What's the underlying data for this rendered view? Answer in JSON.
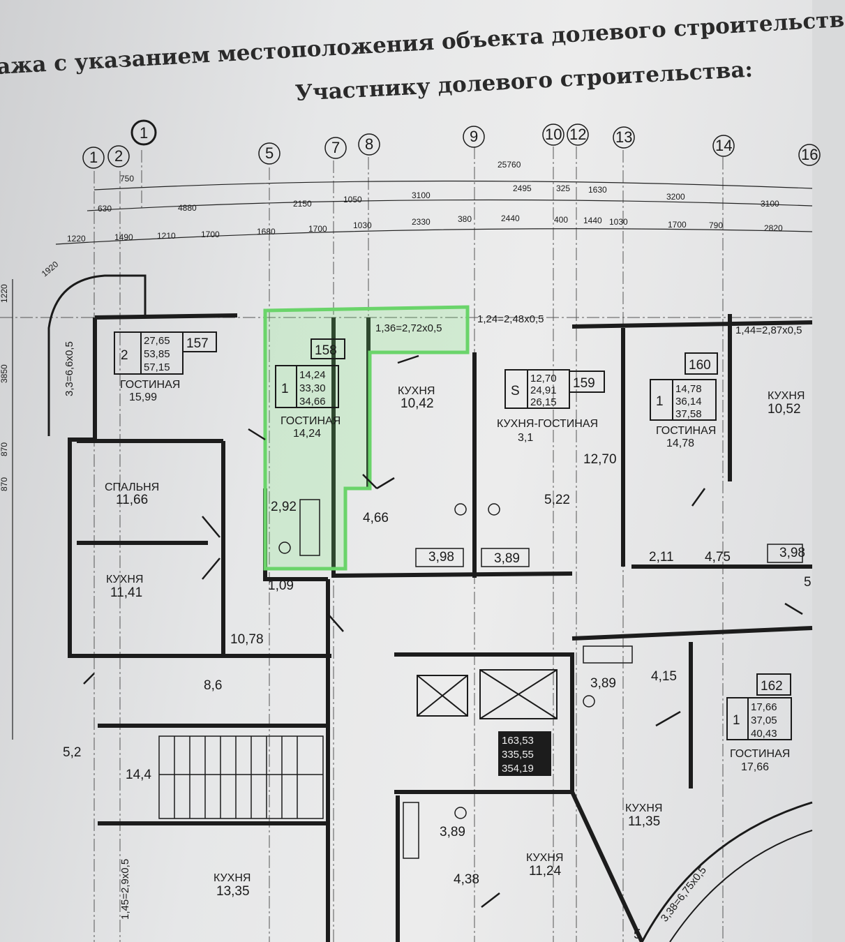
{
  "header": {
    "line1": "ажа с указанием местоположения объекта долевого строительств",
    "line2": "Участнику долевого строительства:"
  },
  "axes": {
    "top": "1",
    "labels": [
      "1",
      "2",
      "5",
      "7",
      "8",
      "9",
      "10",
      "12",
      "13",
      "14",
      "16"
    ]
  },
  "dimensions": {
    "overall": "25760",
    "d750": "750",
    "row1": [
      "630",
      "4880",
      "2150",
      "1050",
      "3100",
      "2495",
      "325",
      "1630",
      "3200",
      "3100"
    ],
    "row2": [
      "1220",
      "1490",
      "1210",
      "1700",
      "1680",
      "1700",
      "1030",
      "2330",
      "380",
      "2440",
      "400",
      "1440",
      "1030",
      "1700",
      "790",
      "2820"
    ],
    "side": [
      "1220",
      "3850",
      "870",
      "870"
    ],
    "radius": "1920"
  },
  "apartments": [
    {
      "id": "157",
      "rooms": "2",
      "areas": [
        "27,65",
        "53,85",
        "57,15"
      ],
      "label": "ГОСТИНАЯ",
      "area": "15,99"
    },
    {
      "id": "158",
      "rooms": "1",
      "areas": [
        "14,24",
        "33,30",
        "34,66"
      ],
      "label": "ГОСТИНАЯ",
      "area": "14,24"
    },
    {
      "id": "159",
      "rooms": "S",
      "areas": [
        "12,70",
        "24,91",
        "26,15"
      ],
      "label": "КУХНЯ-ГОСТИНАЯ",
      "area": "3,1"
    },
    {
      "id": "160",
      "rooms": "1",
      "areas": [
        "14,78",
        "36,14",
        "37,58"
      ],
      "label": "ГОСТИНАЯ",
      "area": "14,78"
    },
    {
      "id": "162",
      "rooms": "1",
      "areas": [
        "17,66",
        "37,05",
        "40,43"
      ],
      "label": "ГОСТИНАЯ",
      "area": "17,66"
    }
  ],
  "balconies": [
    "1,36=2,72x0,5",
    "1,24=2,48x0,5",
    "1,44=2,87x0,5",
    "3,3=6,6x0,5",
    "1,45=2,9x0,5",
    "3,38=6,75x0,5"
  ],
  "rooms": {
    "kitchen_158": {
      "label": "КУХНЯ",
      "area": "10,42"
    },
    "bedroom_157": {
      "label": "СПАЛЬНЯ",
      "area": "11,66"
    },
    "kitchen_157": {
      "label": "КУХНЯ",
      "area": "11,41"
    },
    "kitchen_160": {
      "label": "КУХНЯ",
      "area": "10,52"
    },
    "kitchen_a": {
      "label": "КУХНЯ",
      "area": "13,35"
    },
    "kitchen_b": {
      "label": "КУХНЯ",
      "area": "11,24"
    },
    "kitchen_c": {
      "label": "КУХНЯ",
      "area": "11,35"
    }
  },
  "areas": {
    "a292": "2,92",
    "a109": "1,09",
    "a466": "4,66",
    "a398": "3,98",
    "a389": "3,89",
    "a522": "5,22",
    "a1270": "12,70",
    "a211": "2,11",
    "a475": "4,75",
    "a398b": "3,98",
    "a5": "5",
    "a1078": "10,78",
    "a86": "8,6",
    "a52": "5,2",
    "a144": "14,4",
    "a389b": "3,89",
    "a415": "4,15",
    "a389c": "3,89",
    "a438": "4,38",
    "a5b": "5"
  },
  "core": [
    "163,53",
    "335,55",
    "354,19"
  ]
}
